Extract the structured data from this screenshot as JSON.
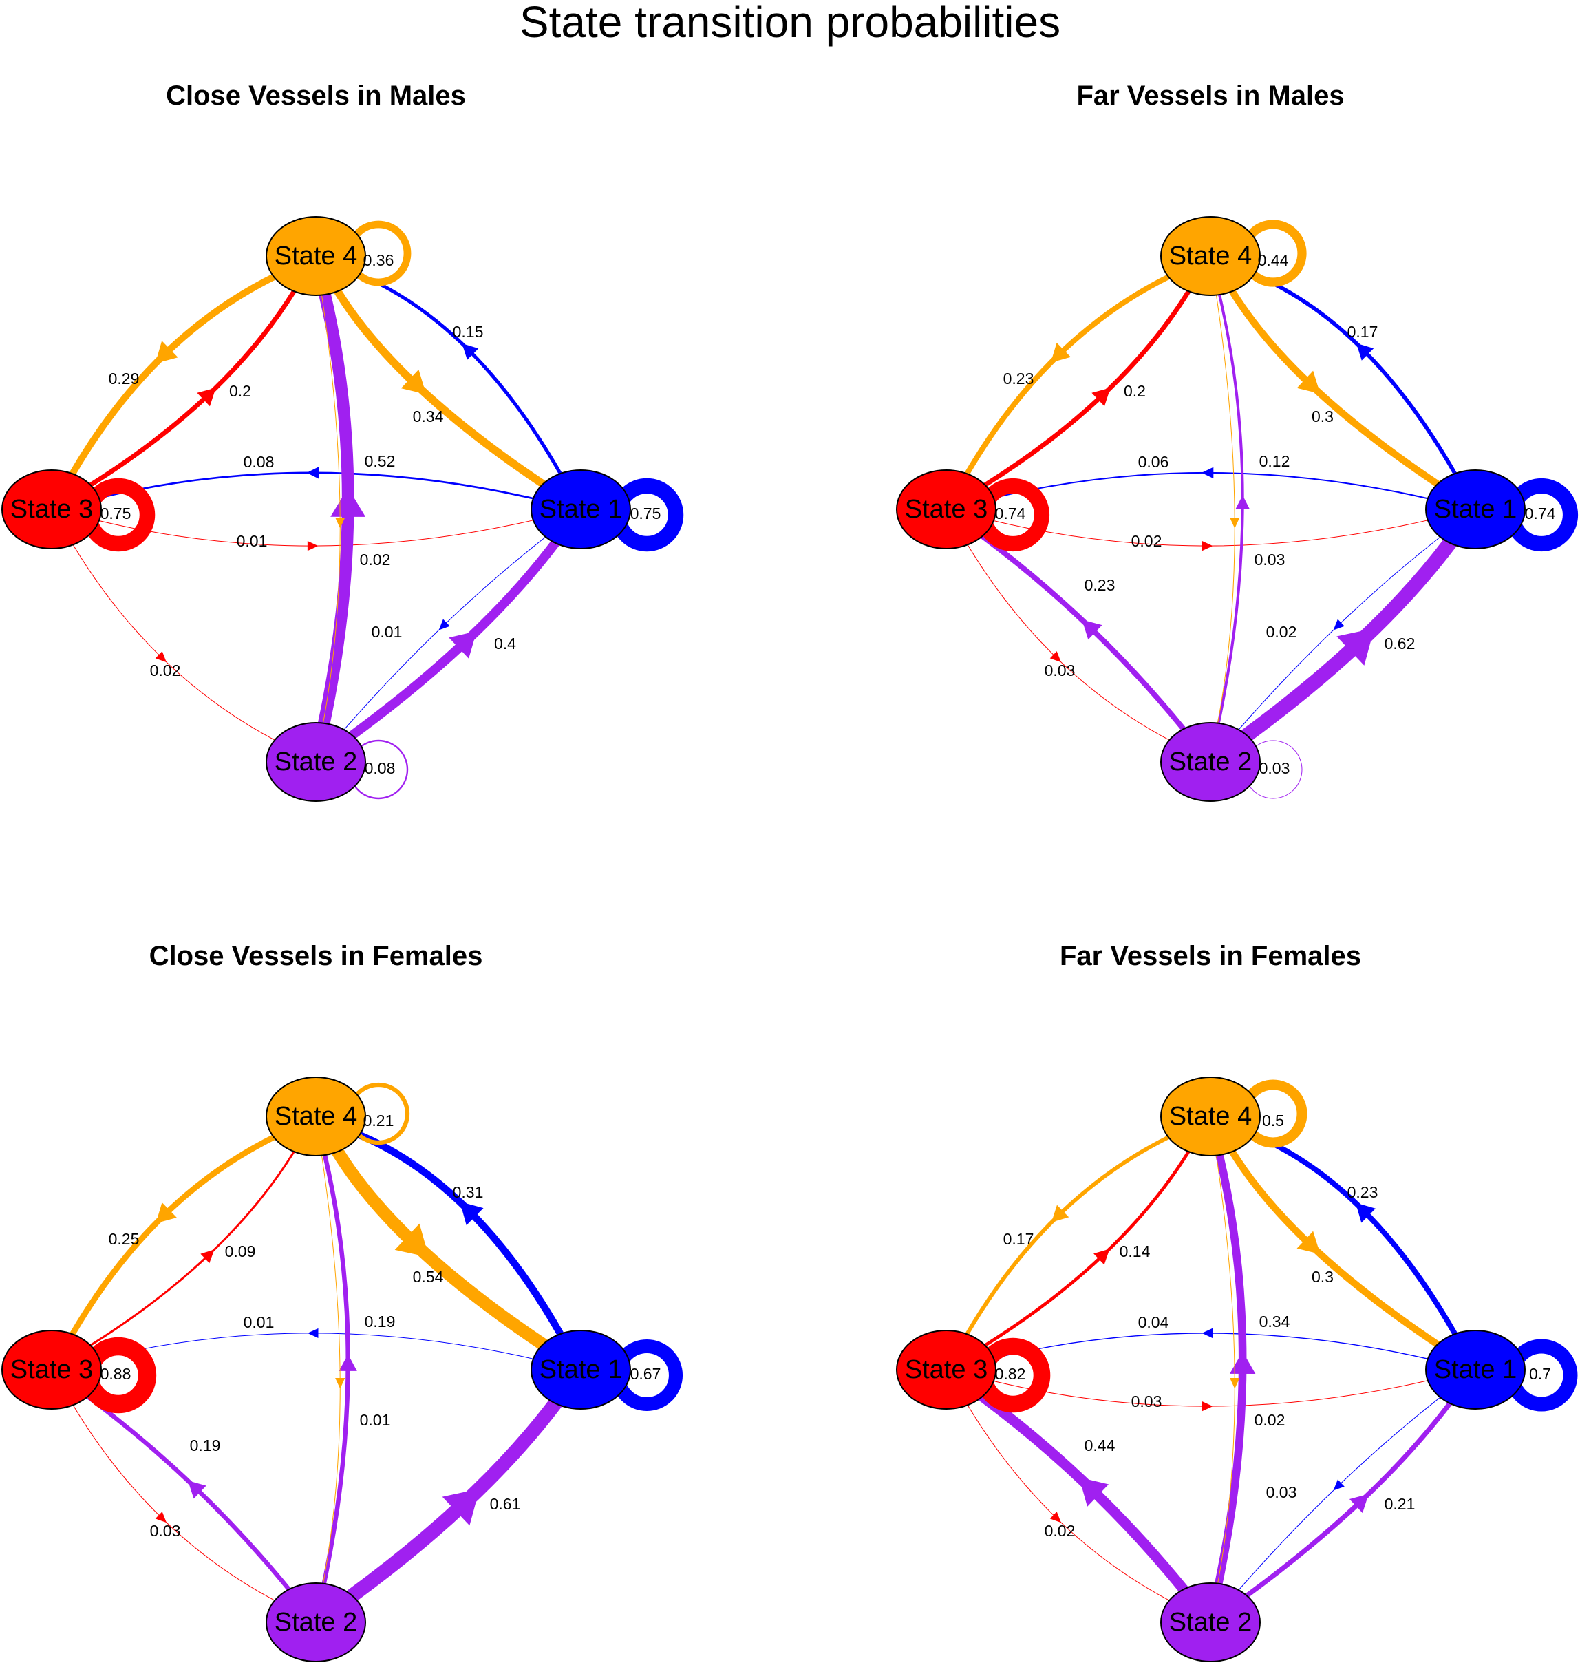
{
  "title": "State transition probabilities",
  "colors": {
    "State 1": "#0000ff",
    "State 2": "#a020f0",
    "State 3": "#ff0000",
    "State 4": "#ffa500"
  },
  "node_labels": {
    "State 1": "State 1",
    "State 2": "State 2",
    "State 3": "State 3",
    "State 4": "State 4"
  },
  "panels": [
    {
      "title": "Close Vessels in Males",
      "self": {
        "State 1": "0.75",
        "State 2": "0.08",
        "State 3": "0.75",
        "State 4": "0.36"
      },
      "edges": [
        {
          "from": "State 4",
          "to": "State 3",
          "label": "0.29"
        },
        {
          "from": "State 3",
          "to": "State 4",
          "label": "0.2"
        },
        {
          "from": "State 4",
          "to": "State 1",
          "label": "0.34"
        },
        {
          "from": "State 1",
          "to": "State 4",
          "label": "0.15"
        },
        {
          "from": "State 1",
          "to": "State 3",
          "label": "0.08"
        },
        {
          "from": "State 3",
          "to": "State 1",
          "label": "0.01"
        },
        {
          "from": "State 2",
          "to": "State 4",
          "label": "0.52"
        },
        {
          "from": "State 4",
          "to": "State 2",
          "label": "0.02"
        },
        {
          "from": "State 2",
          "to": "State 1",
          "label": "0.4"
        },
        {
          "from": "State 1",
          "to": "State 2",
          "label": "0.01"
        },
        {
          "from": "State 3",
          "to": "State 2",
          "label": "0.02"
        }
      ]
    },
    {
      "title": "Far Vessels in Males",
      "self": {
        "State 1": "0.74",
        "State 2": "0.03",
        "State 3": "0.74",
        "State 4": "0.44"
      },
      "edges": [
        {
          "from": "State 4",
          "to": "State 3",
          "label": "0.23"
        },
        {
          "from": "State 3",
          "to": "State 4",
          "label": "0.2"
        },
        {
          "from": "State 4",
          "to": "State 1",
          "label": "0.3"
        },
        {
          "from": "State 1",
          "to": "State 4",
          "label": "0.17"
        },
        {
          "from": "State 1",
          "to": "State 3",
          "label": "0.06"
        },
        {
          "from": "State 3",
          "to": "State 1",
          "label": "0.02"
        },
        {
          "from": "State 2",
          "to": "State 4",
          "label": "0.12"
        },
        {
          "from": "State 4",
          "to": "State 2",
          "label": "0.03"
        },
        {
          "from": "State 2",
          "to": "State 1",
          "label": "0.62"
        },
        {
          "from": "State 1",
          "to": "State 2",
          "label": "0.02"
        },
        {
          "from": "State 3",
          "to": "State 2",
          "label": "0.03"
        },
        {
          "from": "State 2",
          "to": "State 3",
          "label": "0.23"
        }
      ]
    },
    {
      "title": "Close Vessels in Females",
      "self": {
        "State 1": "0.67",
        "State 3": "0.88",
        "State 4": "0.21"
      },
      "edges": [
        {
          "from": "State 4",
          "to": "State 3",
          "label": "0.25"
        },
        {
          "from": "State 3",
          "to": "State 4",
          "label": "0.09"
        },
        {
          "from": "State 4",
          "to": "State 1",
          "label": "0.54"
        },
        {
          "from": "State 1",
          "to": "State 4",
          "label": "0.31"
        },
        {
          "from": "State 1",
          "to": "State 3",
          "label": "0.01"
        },
        {
          "from": "State 2",
          "to": "State 4",
          "label": "0.19"
        },
        {
          "from": "State 4",
          "to": "State 2",
          "label": "0.01"
        },
        {
          "from": "State 2",
          "to": "State 1",
          "label": "0.61"
        },
        {
          "from": "State 3",
          "to": "State 2",
          "label": "0.03"
        },
        {
          "from": "State 2",
          "to": "State 3",
          "label": "0.19"
        }
      ]
    },
    {
      "title": "Far Vessels in Females",
      "self": {
        "State 1": "0.7",
        "State 3": "0.82",
        "State 4": "0.5"
      },
      "edges": [
        {
          "from": "State 4",
          "to": "State 3",
          "label": "0.17"
        },
        {
          "from": "State 3",
          "to": "State 4",
          "label": "0.14"
        },
        {
          "from": "State 4",
          "to": "State 1",
          "label": "0.3"
        },
        {
          "from": "State 1",
          "to": "State 4",
          "label": "0.23"
        },
        {
          "from": "State 1",
          "to": "State 3",
          "label": "0.04"
        },
        {
          "from": "State 3",
          "to": "State 1",
          "label": "0.03"
        },
        {
          "from": "State 2",
          "to": "State 4",
          "label": "0.34"
        },
        {
          "from": "State 4",
          "to": "State 2",
          "label": "0.02"
        },
        {
          "from": "State 2",
          "to": "State 1",
          "label": "0.21"
        },
        {
          "from": "State 1",
          "to": "State 2",
          "label": "0.03"
        },
        {
          "from": "State 3",
          "to": "State 2",
          "label": "0.02"
        },
        {
          "from": "State 2",
          "to": "State 3",
          "label": "0.44"
        }
      ]
    }
  ]
}
